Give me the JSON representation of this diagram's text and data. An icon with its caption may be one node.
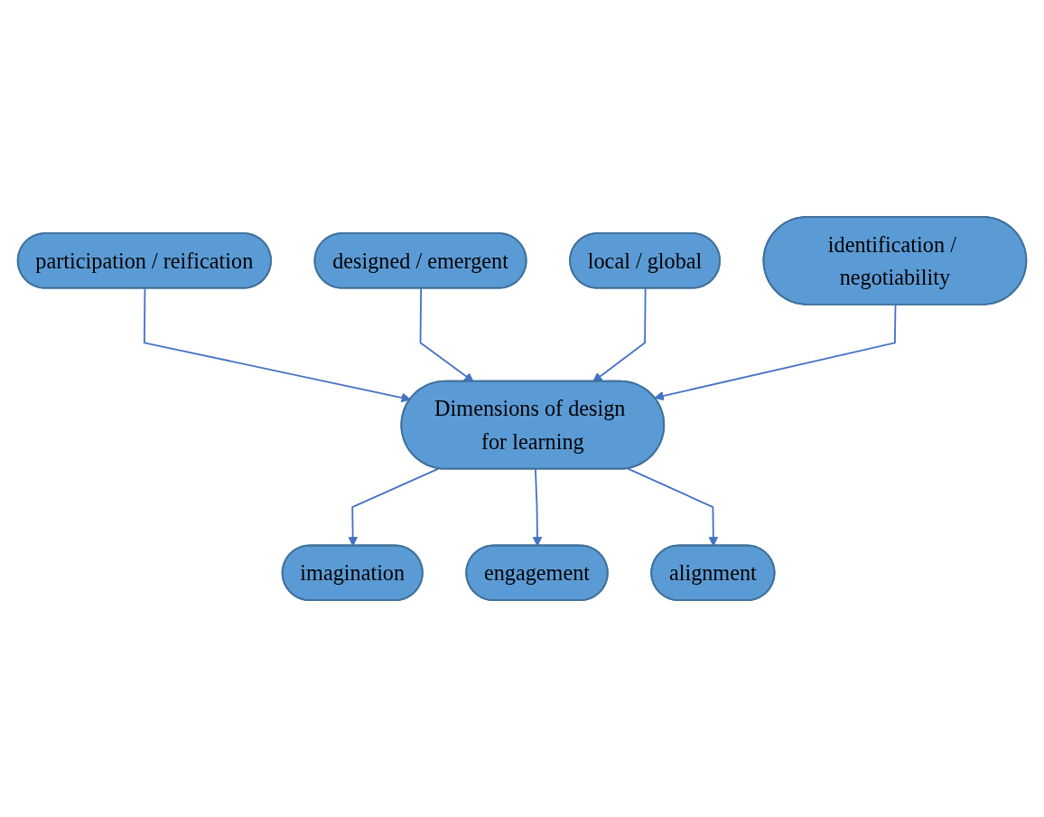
{
  "diagram": {
    "nodes": [
      {
        "text": [
          "participation / reification"
        ]
      },
      {
        "text": [
          "designed / emergent"
        ]
      },
      {
        "text": [
          "Dimensions of design for learning"
        ]
      },
      {
        "text": [
          "local / global"
        ]
      },
      {
        "text": [
          "identification / negotiability"
        ]
      },
      {
        "text": [
          "imagination"
        ]
      },
      {
        "text": [
          "alignment"
        ]
      },
      {
        "text": [
          "engagement"
        ]
      }
    ],
    "edges": [
      {
        "from": 0,
        "to": 2,
        "arrow": "to"
      },
      {
        "from": 1,
        "to": 2,
        "arrow": "to"
      },
      {
        "from": 3,
        "to": 2,
        "arrow": "to"
      },
      {
        "from": 4,
        "to": 2,
        "arrow": "to"
      },
      {
        "from": 2,
        "to": 5,
        "arrow": "to"
      },
      {
        "from": 2,
        "to": 7,
        "arrow": "to"
      },
      {
        "from": 2,
        "to": 6,
        "arrow": "to"
      }
    ]
  }
}
